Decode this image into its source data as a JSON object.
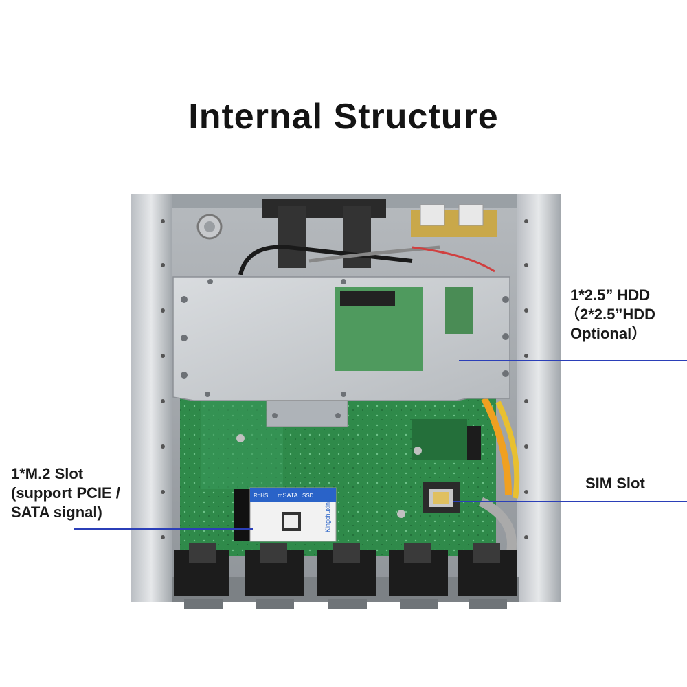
{
  "header": {
    "title": "Internal Structure"
  },
  "callouts": {
    "hdd": {
      "line1": "1*2.5” HDD",
      "line2": "（2*2.5”HDD",
      "line3": "Optional）"
    },
    "m2": {
      "line1": "1*M.2 Slot",
      "line2": "(support PCIE /",
      "line3": "SATA signal)"
    },
    "sim": {
      "line1": "SIM Slot"
    }
  },
  "photo": {
    "ssd_card": {
      "brand": "Kingchuxing",
      "line1": "mSATA",
      "line2": "SSD",
      "rohs": "RoHS"
    }
  },
  "colors": {
    "callout_line": "#2b3fb8",
    "pcb": "#2f8a4a",
    "bracket": "#c9ccd1",
    "chassis": "#9ea3a8",
    "cable_orange": "#f0a020"
  }
}
